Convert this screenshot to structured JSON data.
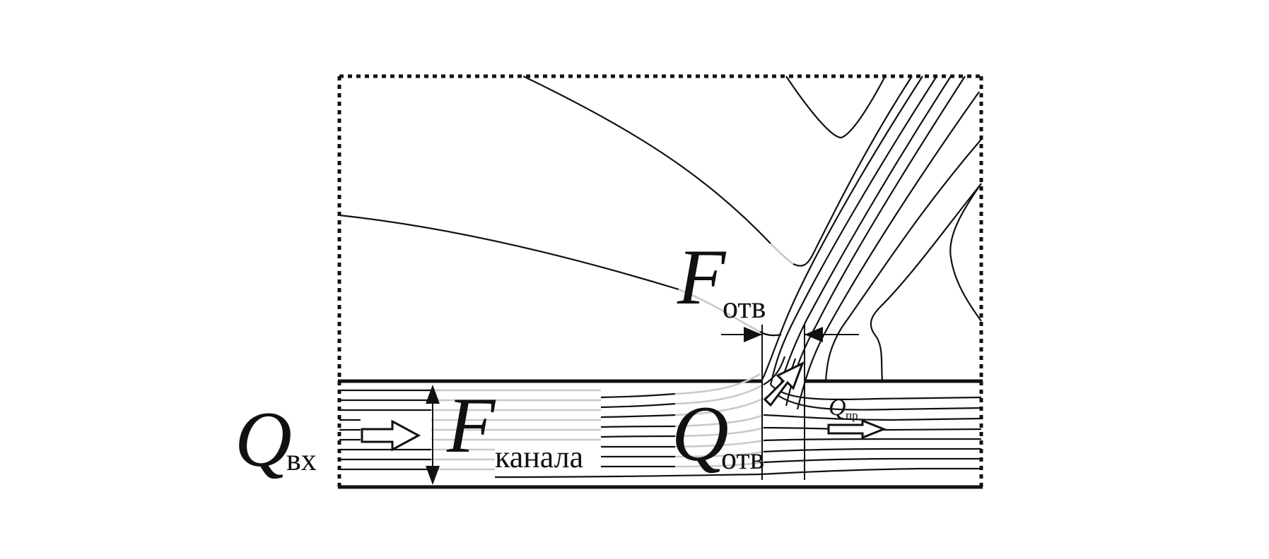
{
  "labels": {
    "q_in_letter": "Q",
    "q_in_sub": "вх",
    "f_channel_letter": "F",
    "f_channel_sub": "канала",
    "q_hole_letter": "Q",
    "q_hole_sub": "отв",
    "f_hole_letter": "F",
    "f_hole_sub": "отв",
    "q_through_letter": "Q",
    "q_through_sub": "пр"
  },
  "colors": {
    "line": "#111111",
    "grey_streamline": "#c9c9c9",
    "background": "#ffffff"
  }
}
